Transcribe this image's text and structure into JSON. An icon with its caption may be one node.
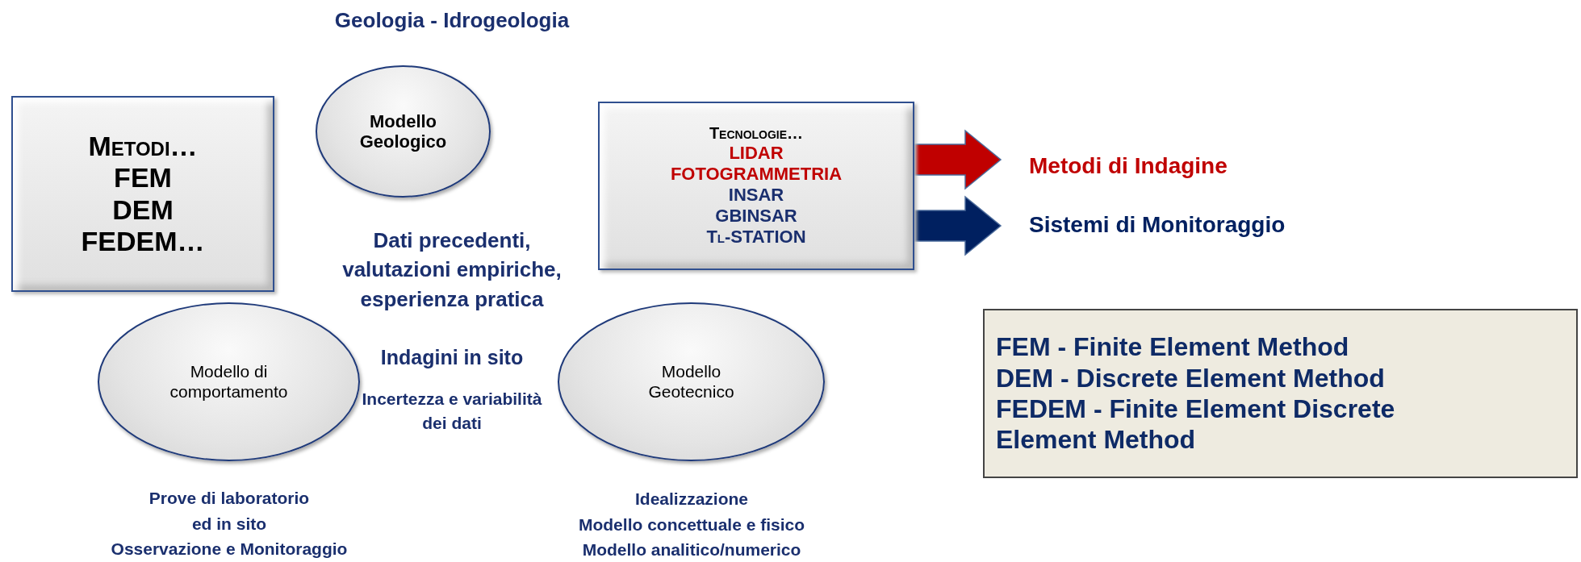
{
  "diagram": {
    "nodes": [
      {
        "text": [
          "Metodi…",
          "FEM",
          "DEM",
          "FEDEM…"
        ]
      },
      {
        "text": [
          "Modello Geologico"
        ],
        "beside": [
          "Geologia - Idrogeologia"
        ]
      },
      {
        "text": [
          "Tecnologie…",
          "LIDAR",
          "FOTOGRAMMETRIA",
          "INSAR",
          "GBINSAR",
          "Tl-STATION"
        ]
      },
      {
        "text": [
          "Metodi di Indagine"
        ]
      },
      {
        "text": [
          "Sistemi di Monitoraggio"
        ]
      },
      {
        "text": [
          "Modello di comportamento"
        ],
        "beside": [
          "Prove di laboratorio",
          "ed in sito",
          "Osservazione e Monitoraggio"
        ]
      },
      {
        "text": [
          "Modello Geotecnico"
        ],
        "beside": [
          "Idealizzazione",
          "Modello concettuale e fisico",
          "Modello analitico/numerico"
        ]
      },
      {
        "text": [
          "FEM - Finite Element Method",
          "DEM - Discrete Element Method",
          "FEDEM - Finite Element Discrete Element Method"
        ]
      }
    ],
    "edges": [
      {
        "from": 2,
        "to": 3,
        "arrow": "to",
        "style": "thick",
        "color": "#c00000"
      },
      {
        "from": 2,
        "to": 4,
        "arrow": "to",
        "style": "thick",
        "color": "#002060"
      }
    ],
    "labels": [
      "Dati precedenti, valutazioni empiriche, esperienza pratica",
      "Indagini in sito",
      "Incertezza e variabilità dei dati"
    ]
  }
}
